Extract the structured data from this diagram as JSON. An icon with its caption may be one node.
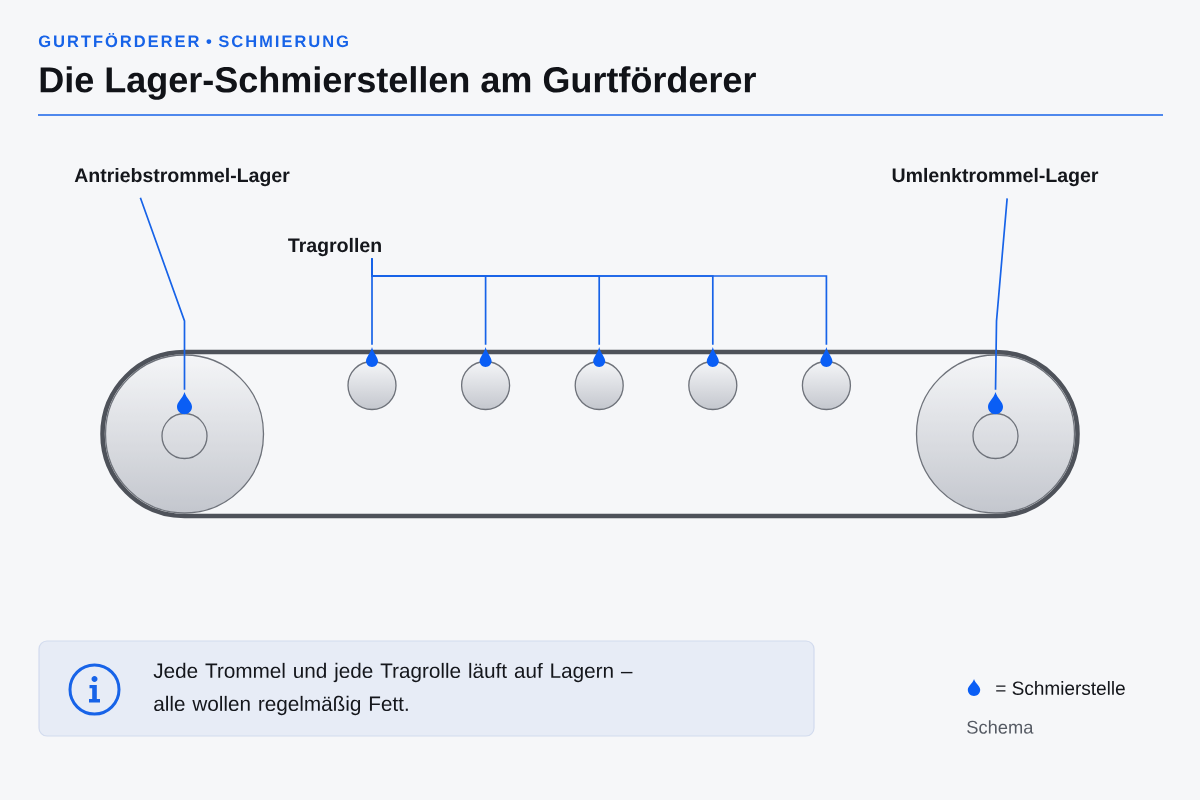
{
  "diagram": {
    "title": "Die Lager-Schmierstellen am Gurtförderer",
    "nodes": [
      {
        "text": [
          "Antriebstrommel-Lager"
        ]
      },
      {
        "text": [
          "Umlenktrommel-Lager"
        ]
      },
      {
        "text": [
          "Tragrollen"
        ]
      },
      {
        "text": [],
        "shape": "drop"
      },
      {
        "text": [],
        "shape": "drop"
      },
      {
        "text": [],
        "shape": "drop"
      },
      {
        "text": [],
        "shape": "drop"
      },
      {
        "text": [],
        "shape": "drop"
      },
      {
        "text": [],
        "shape": "drop"
      },
      {
        "text": [],
        "shape": "drop"
      },
      {
        "text": [
          "Jede Trommel und jede Tragrolle läuft auf Lagern – alle wollen regelmäßig Fett."
        ]
      }
    ],
    "edges": [
      {
        "from": 0,
        "to": 3,
        "arrow": "none"
      },
      {
        "from": 1,
        "to": 9,
        "arrow": "none"
      },
      {
        "from": 2,
        "to": 4,
        "arrow": "none"
      },
      {
        "from": 2,
        "to": 5,
        "arrow": "none"
      },
      {
        "from": 2,
        "to": 6,
        "arrow": "none"
      },
      {
        "from": 2,
        "to": 7,
        "arrow": "none"
      },
      {
        "from": 2,
        "to": 8,
        "arrow": "none"
      }
    ],
    "labels": [
      "GURTFÖRDERER • SCHMIERUNG",
      "Schema"
    ],
    "legend": [
      {
        "text": "= Schmierstelle"
      }
    ]
  }
}
